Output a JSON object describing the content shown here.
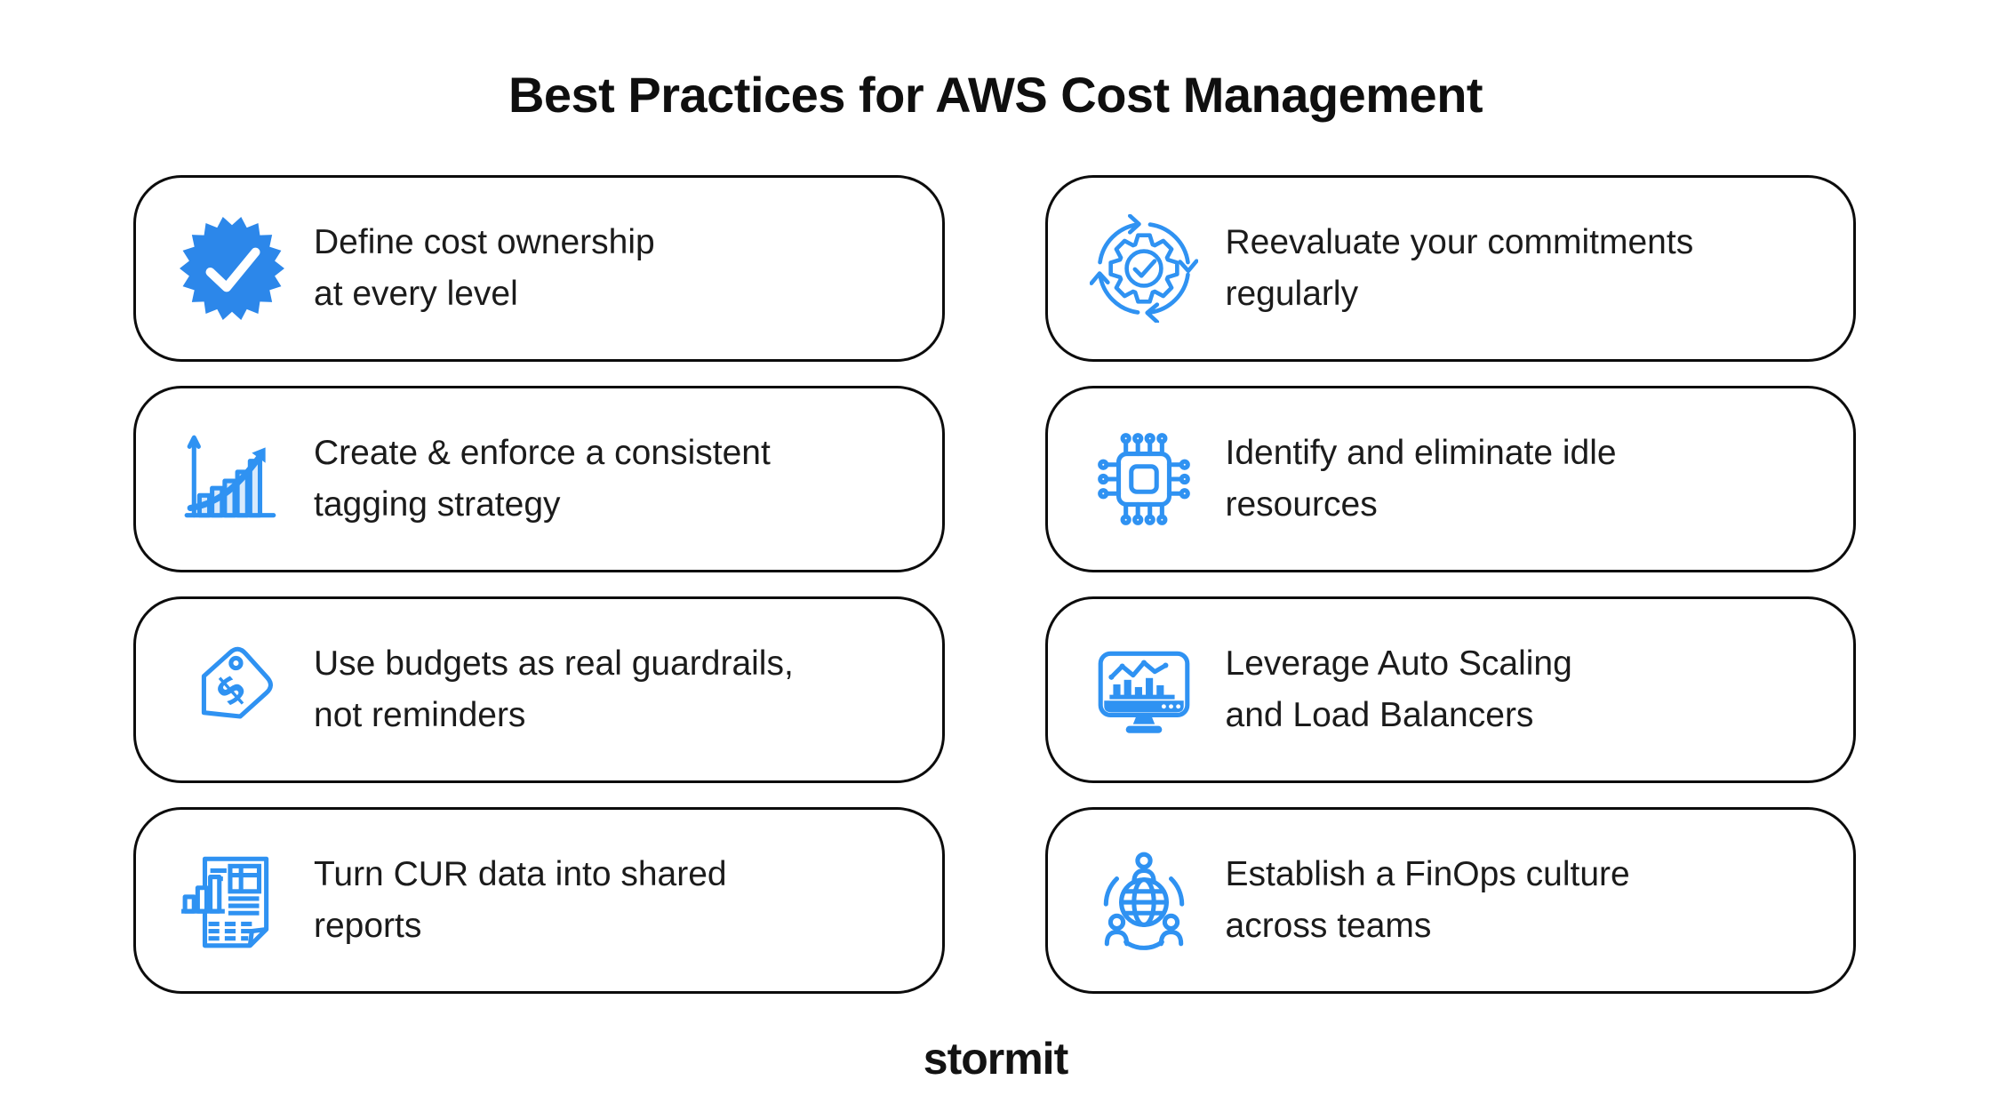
{
  "title": "Best Practices for AWS Cost Management",
  "brand": "stormit",
  "colors": {
    "background": "#FFFFFF",
    "card_border": "#0C0C0C",
    "text": "#1B1B1B",
    "accent_solid": "#2C87EA",
    "accent_line": "#2F92F2",
    "check_on_badge": "#FFFFFF"
  },
  "cards": [
    {
      "icon": "verified-badge-icon",
      "lines": [
        "Define cost ownership",
        "at every level"
      ]
    },
    {
      "icon": "refresh-gear-icon",
      "lines": [
        "Reevaluate your commitments",
        "regularly"
      ]
    },
    {
      "icon": "growth-chart-icon",
      "lines": [
        "Create & enforce a consistent",
        "tagging strategy"
      ]
    },
    {
      "icon": "cpu-chip-icon",
      "lines": [
        "Identify and eliminate idle",
        "resources"
      ]
    },
    {
      "icon": "price-tag-icon",
      "lines": [
        "Use budgets as real guardrails,",
        "not reminders"
      ]
    },
    {
      "icon": "monitor-analytics-icon",
      "lines": [
        "Leverage Auto Scaling",
        "and Load Balancers"
      ]
    },
    {
      "icon": "report-document-icon",
      "lines": [
        "Turn CUR data into shared",
        "reports"
      ]
    },
    {
      "icon": "globe-team-icon",
      "lines": [
        "Establish a FinOps culture",
        "across teams"
      ]
    }
  ]
}
